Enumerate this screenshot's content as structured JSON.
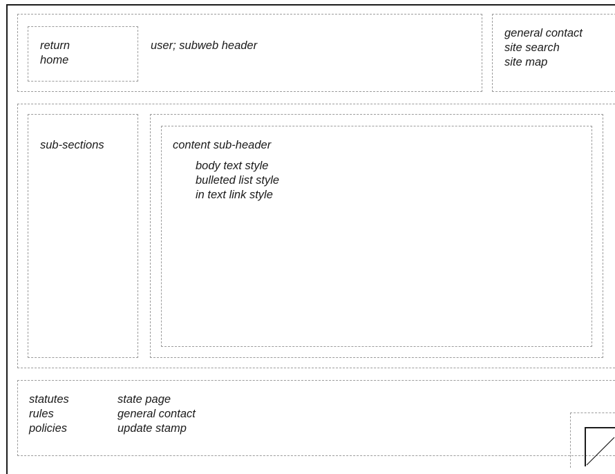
{
  "header": {
    "nav_links": [
      "return",
      "home"
    ],
    "title": "user; subweb header",
    "utility_links": [
      "general contact",
      "site search",
      "site map"
    ]
  },
  "sidebar": {
    "label": "sub-sections"
  },
  "content": {
    "subheader": "content sub-header",
    "styles": [
      "body text style",
      "bulleted list style",
      "in text link style"
    ]
  },
  "footer": {
    "left_links": [
      "statutes",
      "rules",
      "policies"
    ],
    "right_links": [
      "state page",
      "general contact",
      "update stamp"
    ]
  },
  "icons": {
    "corner": "page-curl-icon"
  }
}
